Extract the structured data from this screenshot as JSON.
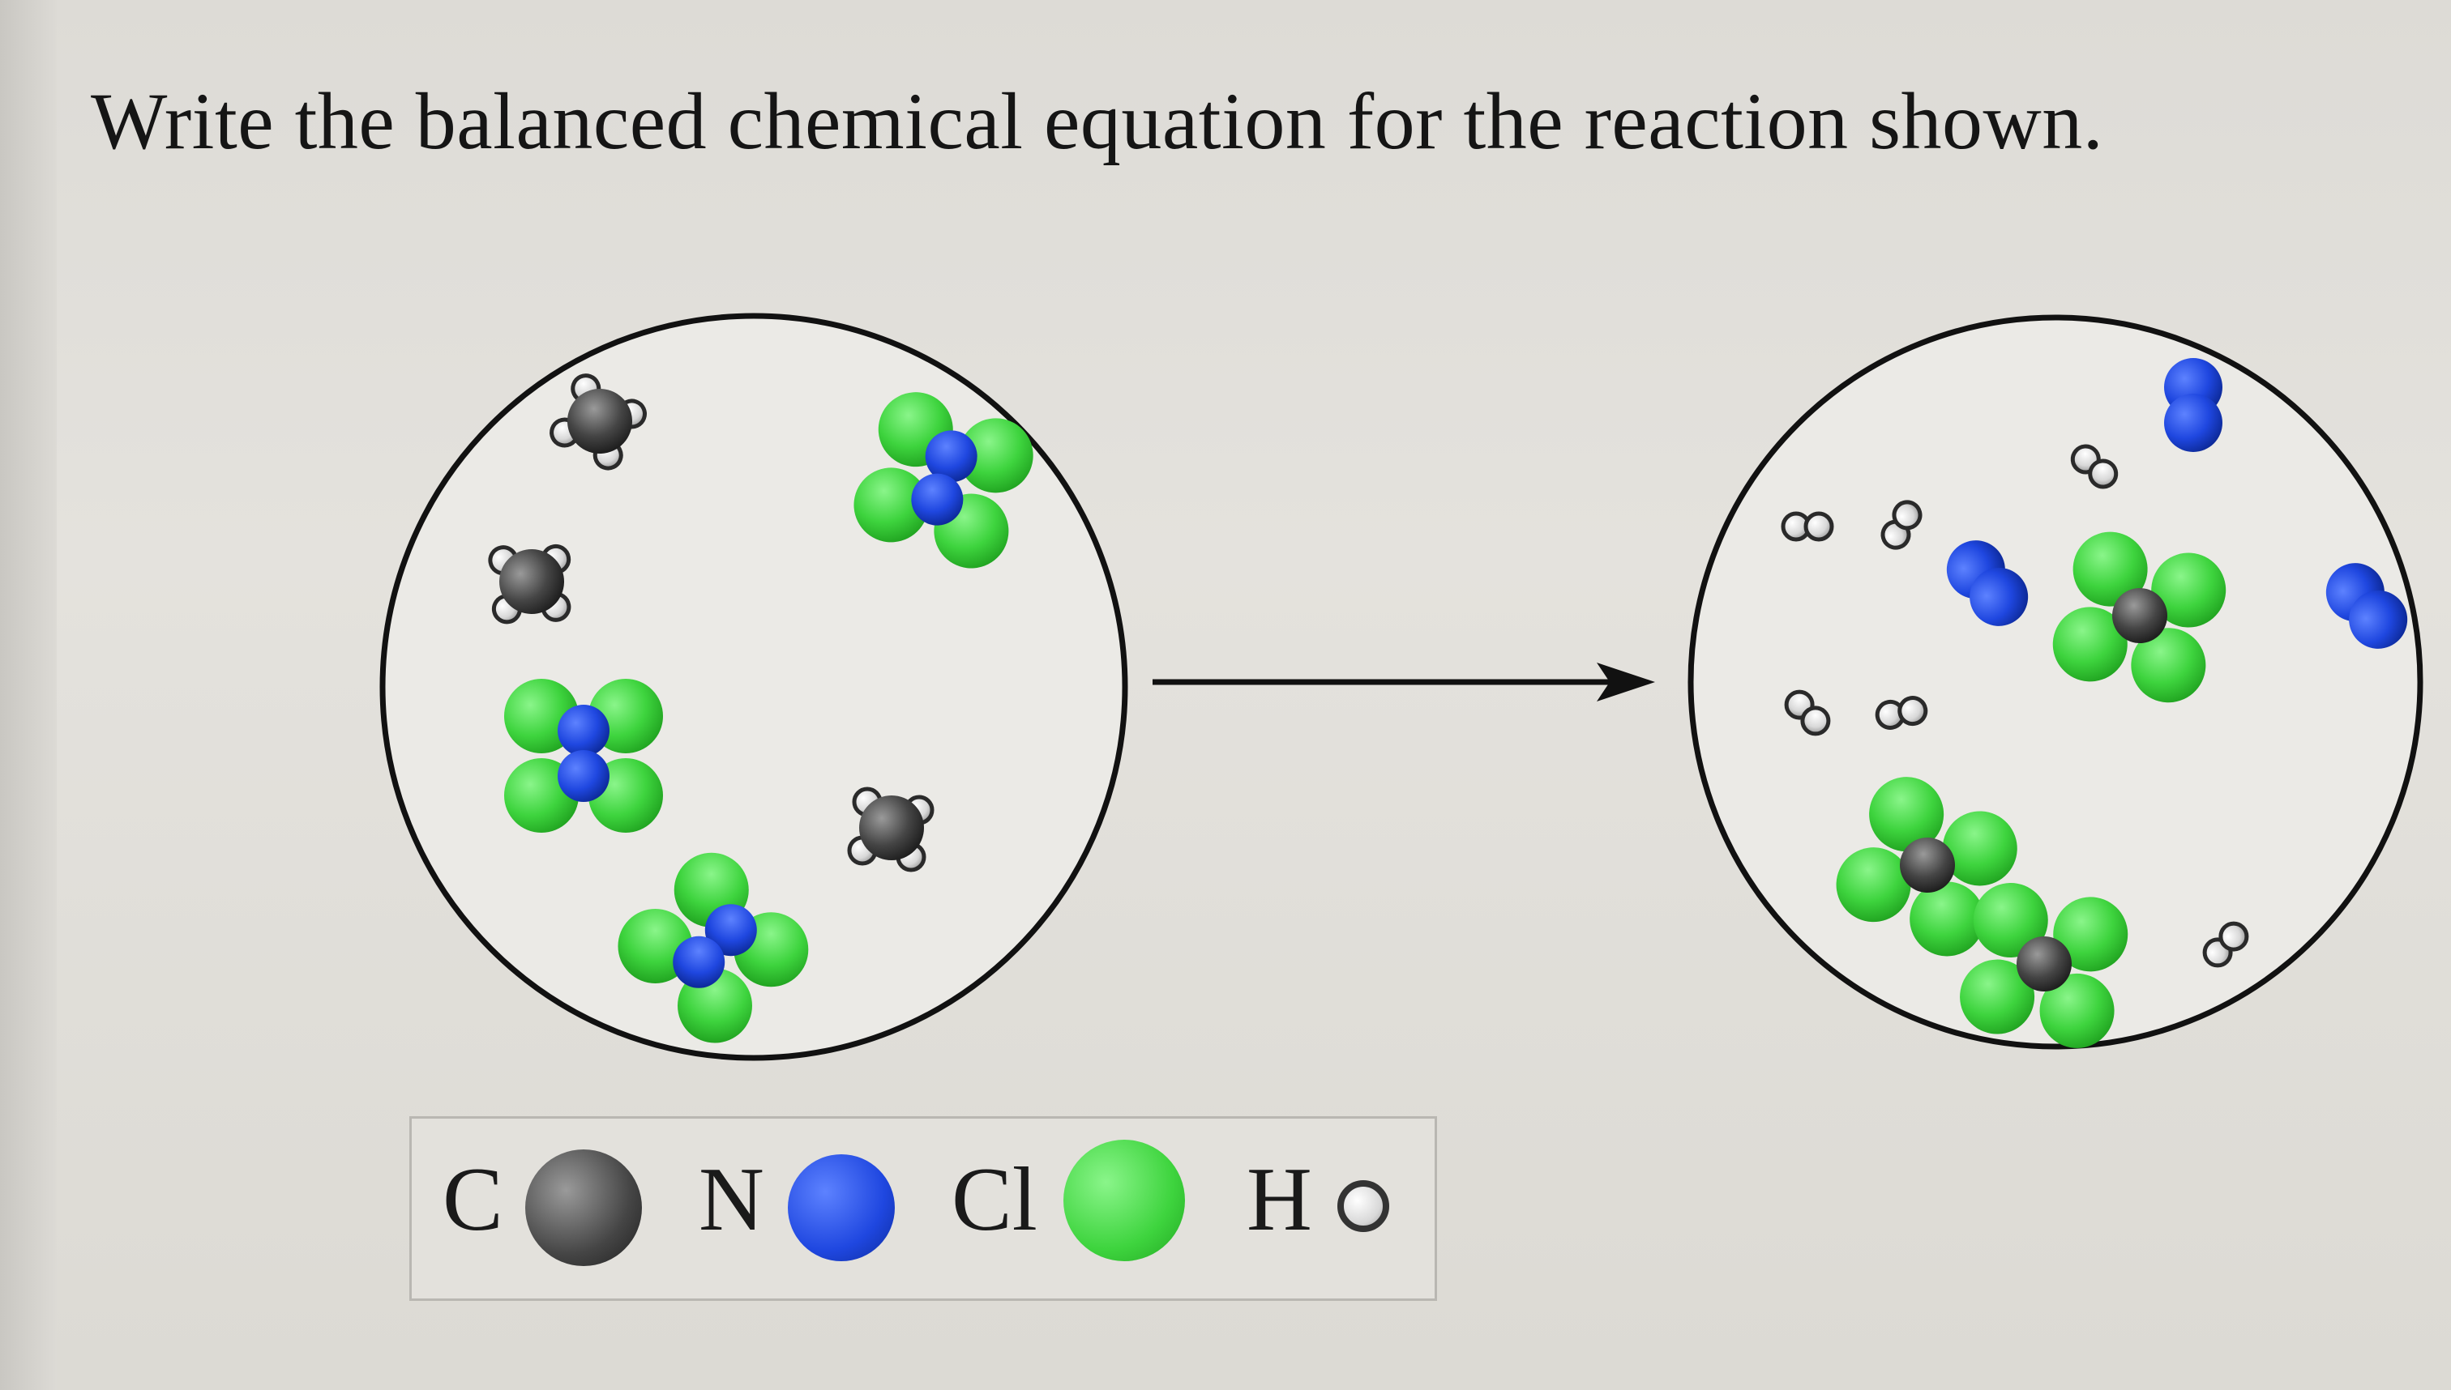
{
  "question": "Write the balanced chemical equation for the reaction shown.",
  "legend": {
    "items": [
      {
        "symbol": "C",
        "color": "#4a4a4a"
      },
      {
        "symbol": "N",
        "color": "#1f47e0"
      },
      {
        "symbol": "Cl",
        "color": "#3ed43e"
      },
      {
        "symbol": "H",
        "color": "#e6e6e6"
      }
    ]
  },
  "colors": {
    "carbon": "#4a4a4a",
    "nitrogen": "#1f47e0",
    "chlorine": "#3ed43e",
    "hydrogen": "#e6e6e6",
    "outline": "#111111"
  }
}
